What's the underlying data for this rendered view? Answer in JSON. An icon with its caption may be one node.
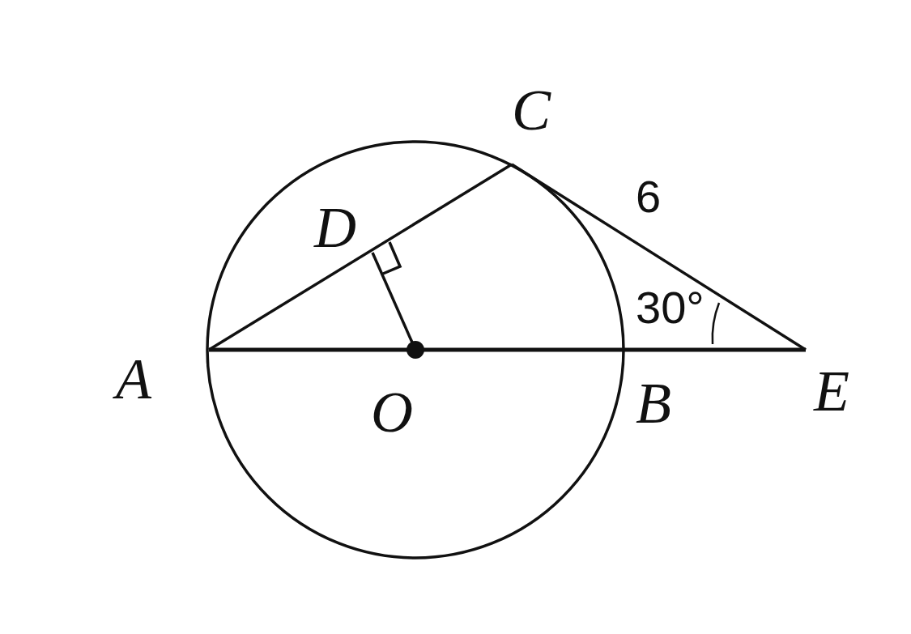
{
  "diagram": {
    "labels": [
      "C",
      "6",
      "D",
      "30°",
      "A",
      "O",
      "B",
      "E"
    ]
  }
}
